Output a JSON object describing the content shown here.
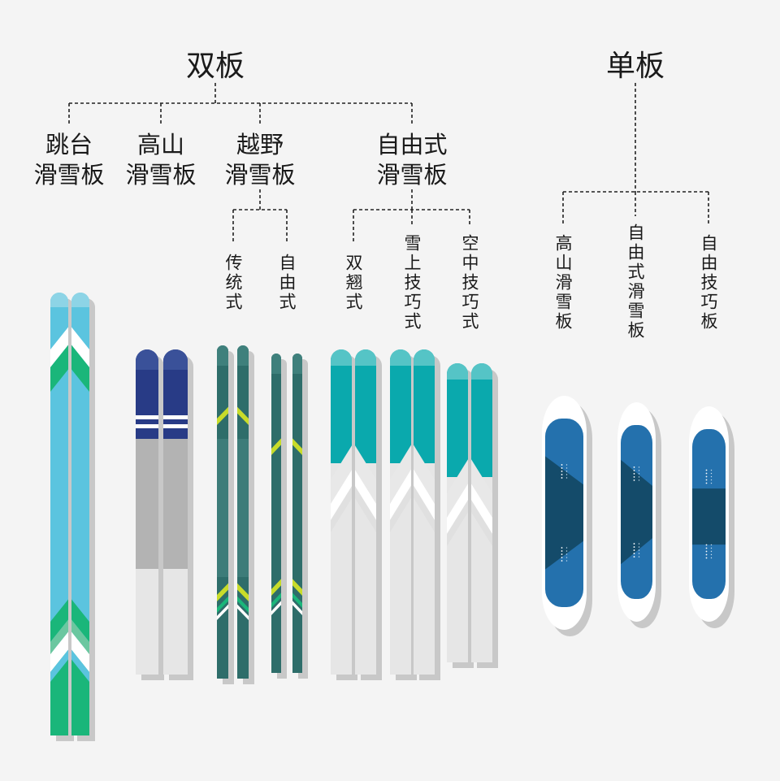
{
  "groups": {
    "double_board": {
      "title": "双板",
      "types": [
        {
          "line1": "跳台",
          "line2": "滑雪板"
        },
        {
          "line1": "高山",
          "line2": "滑雪板"
        },
        {
          "line1": "越野",
          "line2": "滑雪板",
          "subtypes": [
            "传统式",
            "自由式"
          ]
        },
        {
          "line1": "自由式",
          "line2": "滑雪板",
          "subtypes": [
            "双翘式",
            "雪上技巧式",
            "空中技巧式"
          ]
        }
      ]
    },
    "single_board": {
      "title": "单板",
      "types": [
        "高山滑雪板",
        "自由式滑雪板",
        "自由技巧板"
      ]
    }
  },
  "colors": {
    "background": "#f4f4f4",
    "jump_ski": "#5bc4df",
    "alpine_ski": "#283b86",
    "xc_ski": "#2e6d6a",
    "freestyle_ski": "#0aa9ad",
    "snowboard": "#2471ad",
    "snowboard_dark": "#144b6a",
    "accent_green": "#1ab67a",
    "accent_yellow": "#c8dc2a"
  }
}
